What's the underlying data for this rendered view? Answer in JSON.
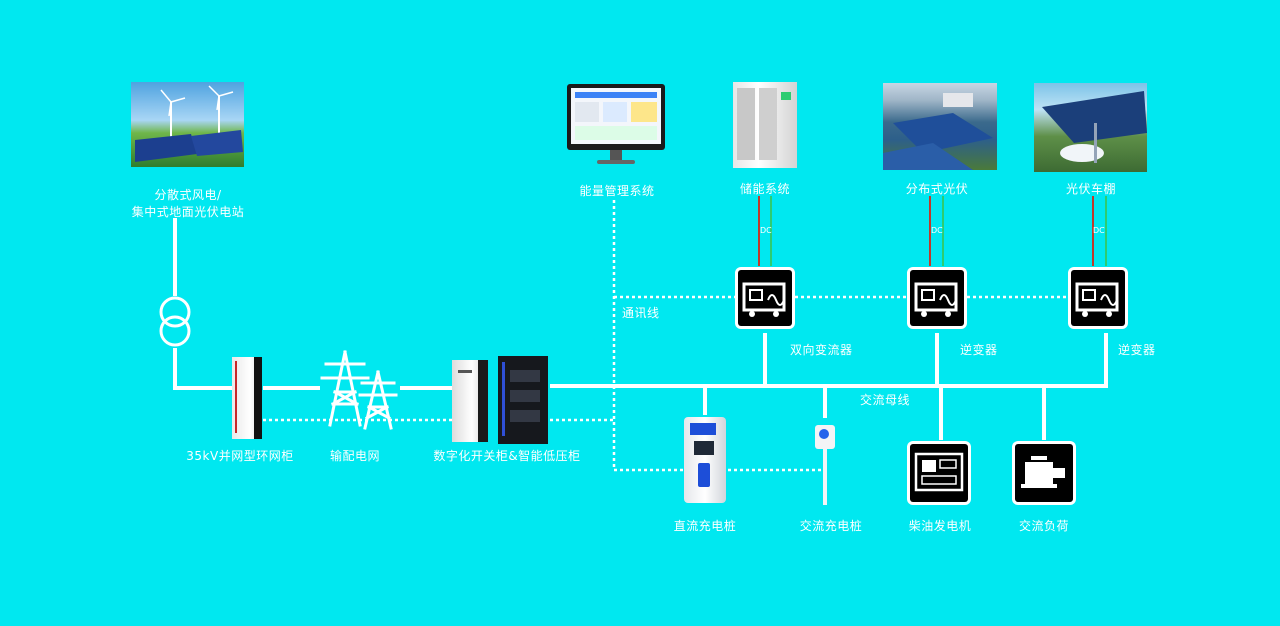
{
  "nodes": {
    "wind_pv": {
      "label_line1": "分散式风电/",
      "label_line2": "集中式地面光伏电站"
    },
    "ring_cabinet": {
      "label": "35kV并网型环网柜"
    },
    "grid": {
      "label": "输配电网"
    },
    "switchgear": {
      "label": "数字化开关柜&智能低压柜"
    },
    "ems": {
      "label": "能量管理系统"
    },
    "storage": {
      "label": "储能系统"
    },
    "distributed_pv": {
      "label": "分布式光伏"
    },
    "pv_carport": {
      "label": "光伏车棚"
    },
    "bidir_converter": {
      "label": "双向变流器"
    },
    "inverter1": {
      "label": "逆变器"
    },
    "inverter2": {
      "label": "逆变器"
    },
    "dc_charger": {
      "label": "直流充电桩"
    },
    "ac_charger": {
      "label": "交流充电桩"
    },
    "diesel": {
      "label": "柴油发电机"
    },
    "ac_load": {
      "label": "交流负荷"
    }
  },
  "lines": {
    "comm_line": "通讯线",
    "ac_bus": "交流母线",
    "dc_tag": "DC"
  },
  "colors": {
    "background": "#00e8f0",
    "line": "#ffffff",
    "dc_positive": "#c0392b",
    "dc_negative": "#2ecc71"
  }
}
